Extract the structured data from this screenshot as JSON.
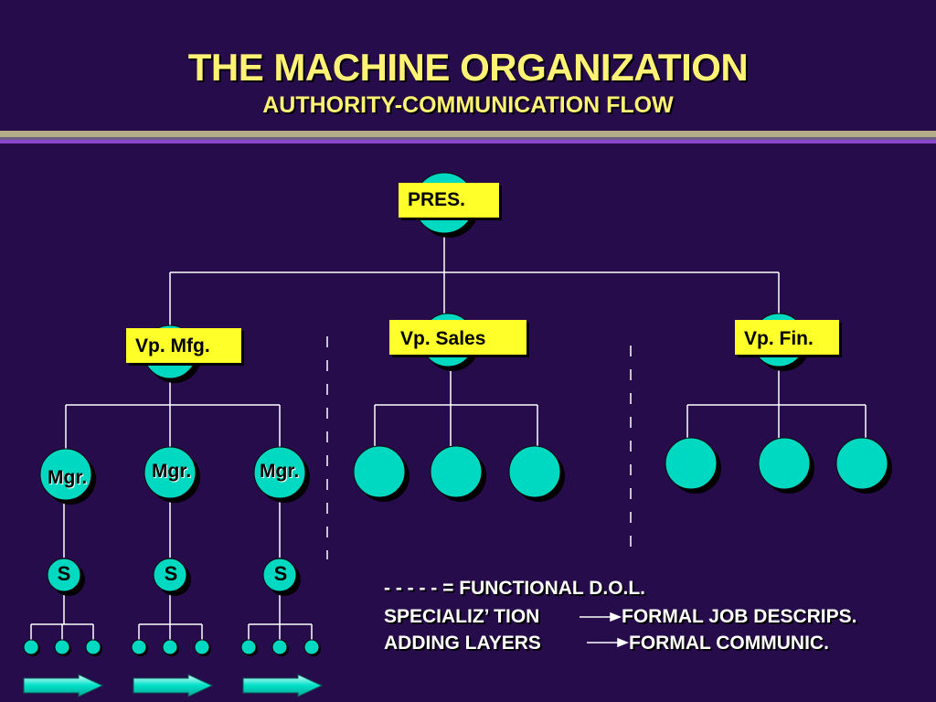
{
  "title": "THE MACHINE ORGANIZATION",
  "subtitle": "AUTHORITY-COMMUNICATION FLOW",
  "nodes": {
    "pres": "PRES.",
    "vp_mfg": "Vp. Mfg.",
    "vp_sales": "Vp. Sales",
    "vp_fin": "Vp. Fin.",
    "mgr": "Mgr.",
    "supervisor": "S"
  },
  "legend": {
    "dashes": "- - - - -",
    "functional": "= FUNCTIONAL D.O.L.",
    "specialization": "SPECIALIZ’ TION",
    "job_descriptions": "FORMAL JOB DESCRIPS.",
    "adding_layers": "ADDING LAYERS",
    "communication": "FORMAL COMMUNIC."
  },
  "colors": {
    "background": "#270c4c",
    "title": "#fff275",
    "node": "#00d9c2",
    "label_box": "#ffff29",
    "line": "#ffffff"
  }
}
